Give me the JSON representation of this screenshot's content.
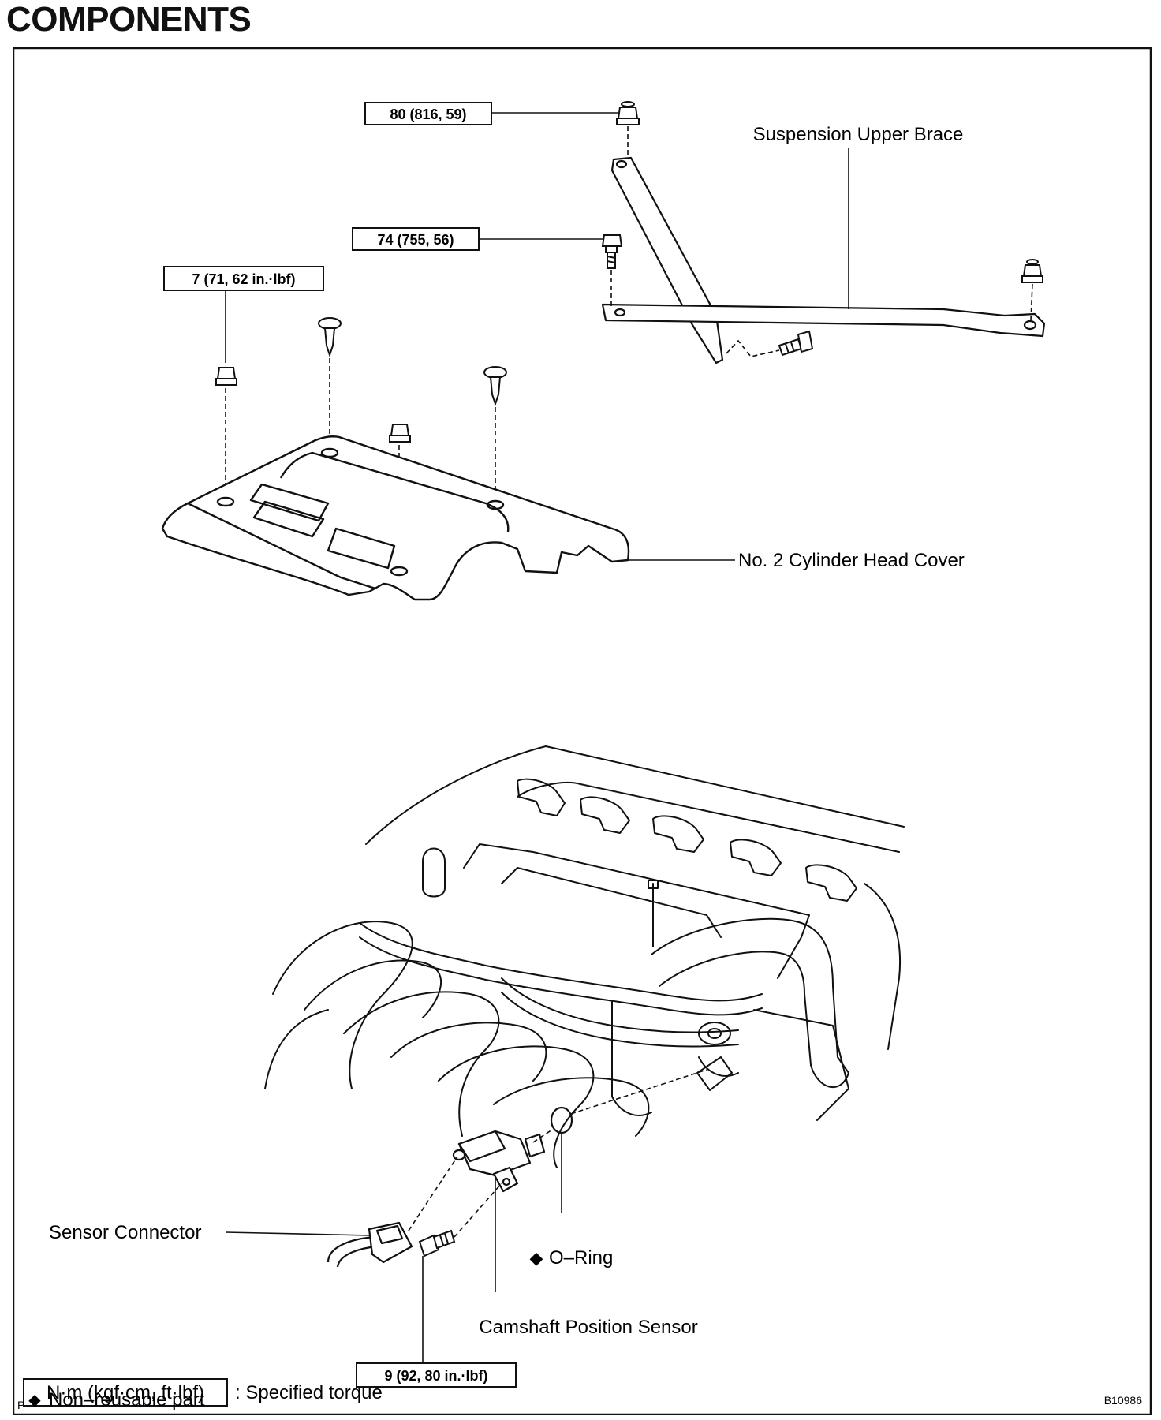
{
  "title": "COMPONENTS",
  "labels": {
    "suspension_upper_brace": "Suspension Upper Brace",
    "cylinder_head_cover": "No. 2 Cylinder Head Cover",
    "sensor_connector": "Sensor Connector",
    "o_ring": "O–Ring",
    "camshaft_position_sensor": "Camshaft Position Sensor"
  },
  "torques": {
    "brace_nut": "80 (816, 59)",
    "brace_bolt": "74 (755, 56)",
    "cover_nut": "7 (71, 62 in.·lbf)",
    "sensor_bolt": "9 (92, 80 in.·lbf)"
  },
  "legend": {
    "torque_unit_box": "N·m (kgf·cm, ft·lbf)",
    "torque_desc": ": Specified torque",
    "p_mark": "P",
    "nonreusable_symbol": "◆",
    "nonreusable_desc": "Non–reusable part"
  },
  "figure_code": "B10986"
}
